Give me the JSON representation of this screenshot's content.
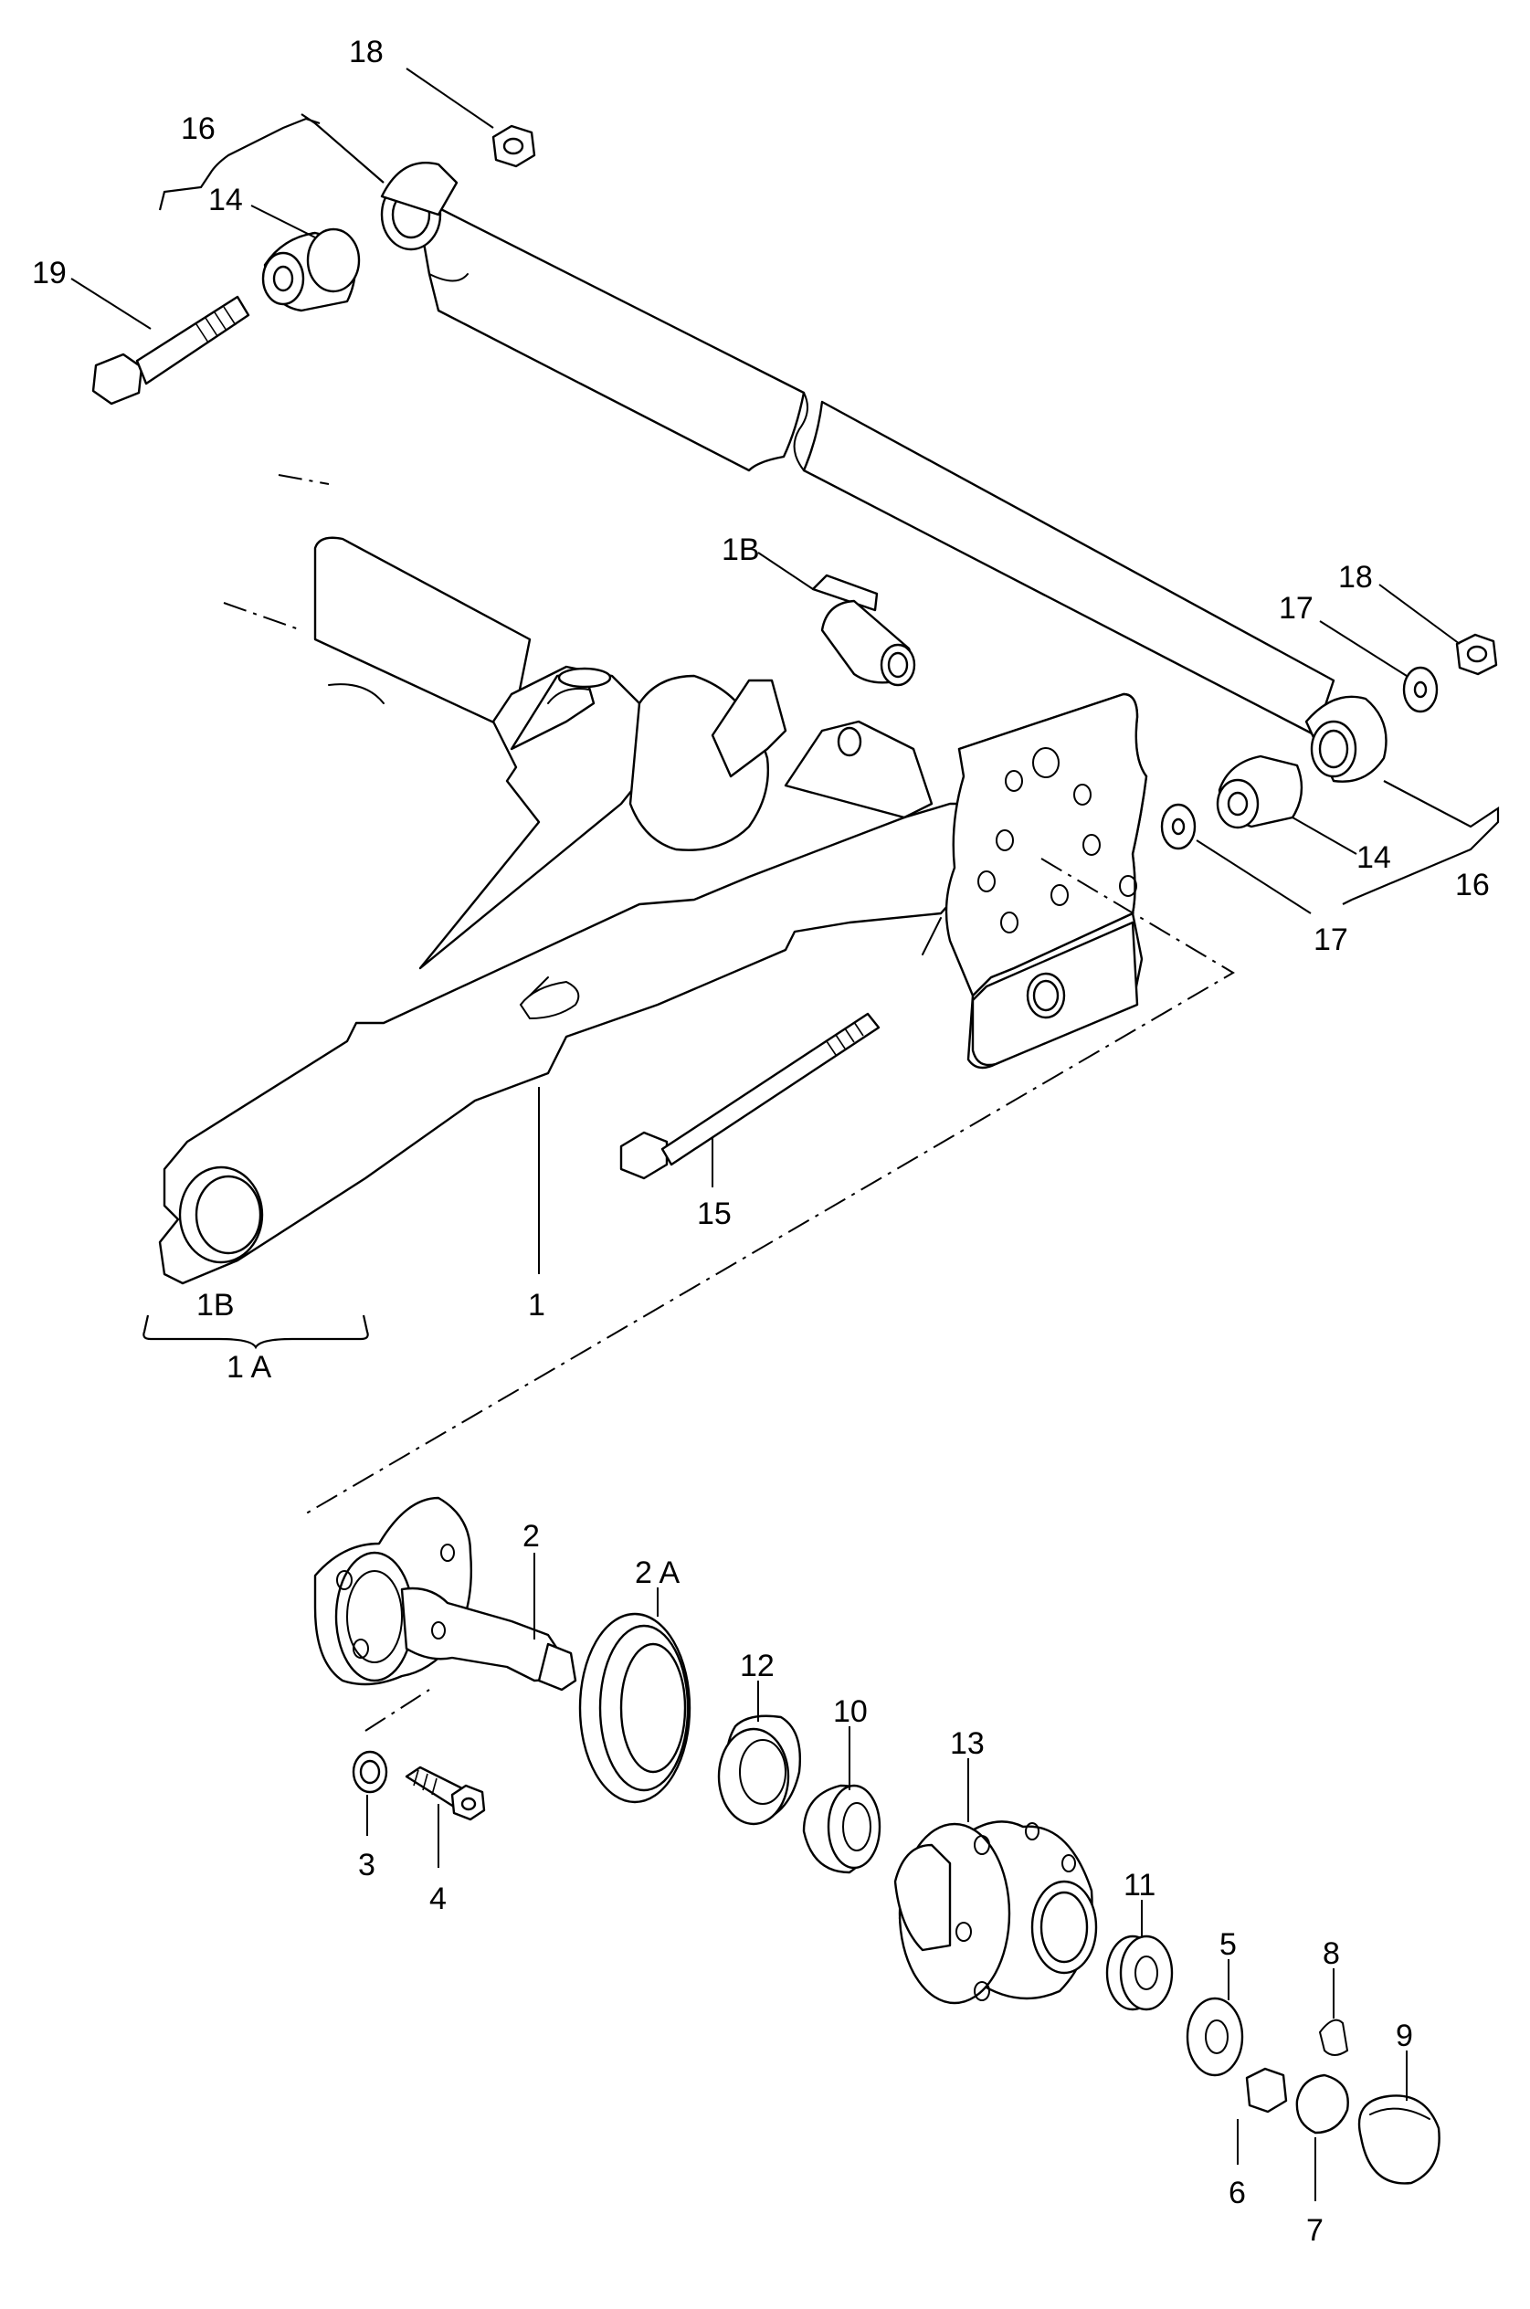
{
  "diagram": {
    "labels": {
      "p1": "1",
      "p1A": "1 A",
      "p1B_top": "1B",
      "p1B_group": "1B",
      "p2": "2",
      "p2A": "2 A",
      "p3": "3",
      "p4": "4",
      "p5": "5",
      "p6": "6",
      "p7": "7",
      "p8": "8",
      "p9": "9",
      "p10": "10",
      "p11": "11",
      "p12": "12",
      "p13": "13",
      "p14_left": "14",
      "p14_right": "14",
      "p15": "15",
      "p16_left": "16",
      "p16_right": "16",
      "p17_top": "17",
      "p17_bottom": "17",
      "p18_left": "18",
      "p18_right": "18",
      "p19": "19"
    }
  }
}
